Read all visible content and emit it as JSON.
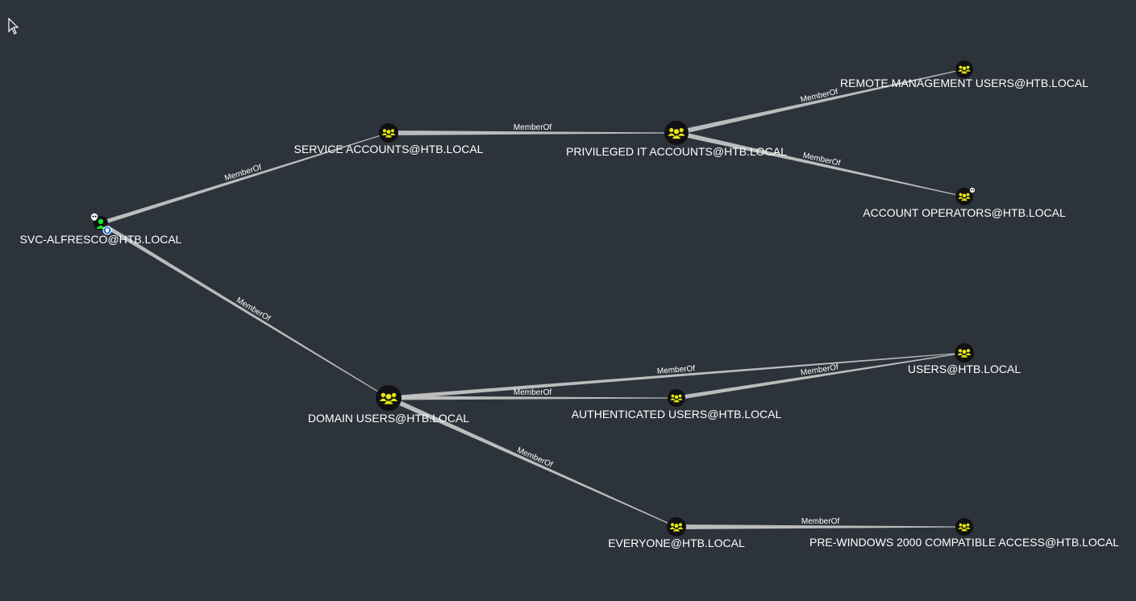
{
  "graph": {
    "nodes": [
      {
        "id": "svc-alfresco",
        "label": "SVC-ALFRESCO@HTB.LOCAL",
        "kind": "user-owned",
        "icon": "user-icon"
      },
      {
        "id": "service-accounts",
        "label": "SERVICE ACCOUNTS@HTB.LOCAL",
        "kind": "group",
        "icon": "group-icon"
      },
      {
        "id": "privileged-it-accounts",
        "label": "PRIVILEGED IT ACCOUNTS@HTB.LOCAL",
        "kind": "group",
        "icon": "group-icon"
      },
      {
        "id": "remote-management-users",
        "label": "REMOTE MANAGEMENT USERS@HTB.LOCAL",
        "kind": "group",
        "icon": "group-icon"
      },
      {
        "id": "account-operators",
        "label": "ACCOUNT OPERATORS@HTB.LOCAL",
        "kind": "group-highvalue",
        "icon": "group-icon"
      },
      {
        "id": "domain-users",
        "label": "DOMAIN USERS@HTB.LOCAL",
        "kind": "group",
        "icon": "group-icon"
      },
      {
        "id": "users",
        "label": "USERS@HTB.LOCAL",
        "kind": "group",
        "icon": "group-icon"
      },
      {
        "id": "authenticated-users",
        "label": "AUTHENTICATED USERS@HTB.LOCAL",
        "kind": "group",
        "icon": "group-icon"
      },
      {
        "id": "everyone",
        "label": "EVERYONE@HTB.LOCAL",
        "kind": "group",
        "icon": "group-icon"
      },
      {
        "id": "pre-windows-2000",
        "label": "PRE-WINDOWS 2000 COMPATIBLE ACCESS@HTB.LOCAL",
        "kind": "group",
        "icon": "group-icon"
      }
    ],
    "edges": [
      {
        "from": "svc-alfresco",
        "to": "service-accounts",
        "label": "MemberOf"
      },
      {
        "from": "svc-alfresco",
        "to": "domain-users",
        "label": "MemberOf"
      },
      {
        "from": "service-accounts",
        "to": "privileged-it-accounts",
        "label": "MemberOf"
      },
      {
        "from": "privileged-it-accounts",
        "to": "remote-management-users",
        "label": "MemberOf"
      },
      {
        "from": "privileged-it-accounts",
        "to": "account-operators",
        "label": "MemberOf"
      },
      {
        "from": "domain-users",
        "to": "users",
        "label": "MemberOf"
      },
      {
        "from": "domain-users",
        "to": "authenticated-users",
        "label": "MemberOf"
      },
      {
        "from": "authenticated-users",
        "to": "users",
        "label": "MemberOf"
      },
      {
        "from": "domain-users",
        "to": "everyone",
        "label": "MemberOf"
      },
      {
        "from": "everyone",
        "to": "pre-windows-2000",
        "label": "MemberOf"
      }
    ]
  },
  "colors": {
    "background": "#2d333b",
    "edge": "#c8c8c8",
    "group_icon": "#e6e617",
    "node_disc": "#111111",
    "owned_user_icon": "#17e625",
    "label_text": "#ffffff"
  }
}
